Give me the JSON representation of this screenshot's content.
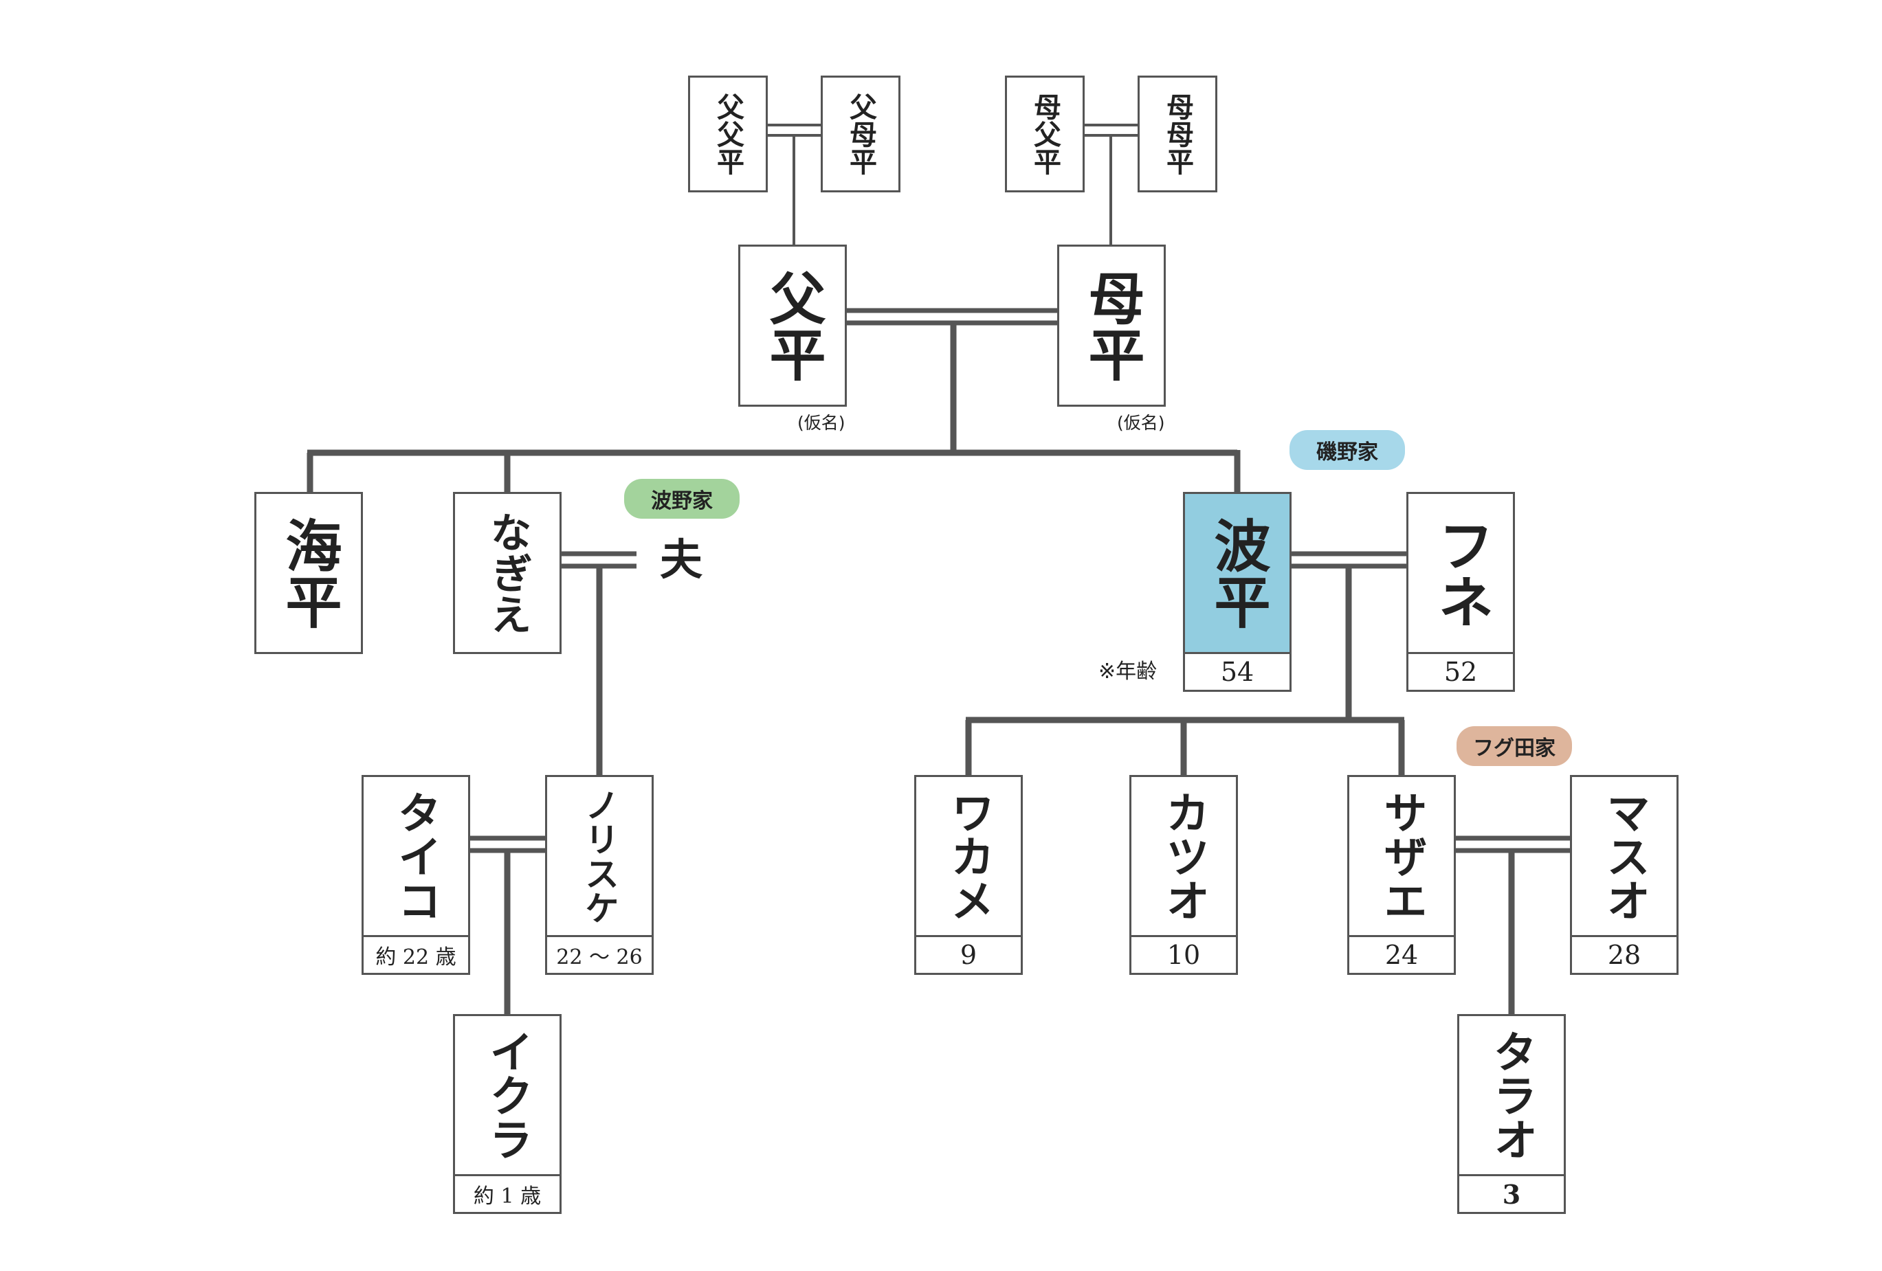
{
  "people": {
    "chichichihei": "父父平",
    "chihahahei": "父母平",
    "hahachihei": "母父平",
    "hahahahahei": "母母平",
    "chihei": "父平",
    "hahahei": "母平",
    "kaihei": "海平",
    "nagie": "なぎえ",
    "otto": "夫",
    "namihei": "波平",
    "fune": "フネ",
    "taiko": "タイコ",
    "norisuke": "ノリスケ",
    "ikura": "イクラ",
    "wakame": "ワカメ",
    "katsuo": "カツオ",
    "sazae": "サザエ",
    "masuo": "マスオ",
    "tarao": "タラオ"
  },
  "ages": {
    "namihei": "54",
    "fune": "52",
    "taiko": "約 22 歳",
    "norisuke": "22 ～ 26",
    "ikura": "約 1 歳",
    "wakame": "9",
    "katsuo": "10",
    "sazae": "24",
    "masuo": "28",
    "tarao": "3"
  },
  "notes": {
    "chihei_kamei": "(仮名)",
    "hahahei_kamei": "(仮名)",
    "age_note": "※年齢"
  },
  "families": {
    "isono": "磯野家",
    "namino": "波野家",
    "fuguta": "フグ田家"
  },
  "colors": {
    "line": "#555555",
    "highlight": "#92cde0",
    "isono_badge": "#a7d8ea",
    "namino_badge": "#a3d39c",
    "fuguta_badge": "#deb59c"
  }
}
